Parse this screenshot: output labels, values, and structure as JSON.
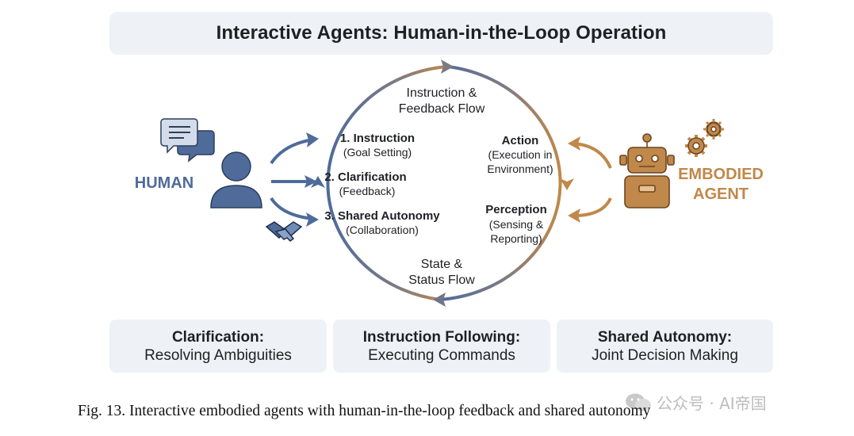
{
  "title": "Interactive Agents: Human-in-the-Loop Operation",
  "human_label": "HUMAN",
  "agent_label": [
    "EMBODIED",
    "AGENT"
  ],
  "top_flow": [
    "Instruction &",
    "Feedback Flow"
  ],
  "bottom_flow": [
    "State &",
    "Status Flow"
  ],
  "human_steps": [
    {
      "title": "1. Instruction",
      "sub": "(Goal Setting)"
    },
    {
      "title": "2. Clarification",
      "sub": "(Feedback)"
    },
    {
      "title": "3. Shared Autonomy",
      "sub": "(Collaboration)"
    }
  ],
  "agent_steps": [
    {
      "title": "Action",
      "sub": [
        "(Execution in",
        "Environment)"
      ]
    },
    {
      "title": "Perception",
      "sub": [
        "(Sensing &",
        "Reporting)"
      ]
    }
  ],
  "cards": [
    {
      "heading": "Clarification:",
      "sub": "Resolving Ambiguities"
    },
    {
      "heading": "Instruction Following:",
      "sub": "Executing Commands"
    },
    {
      "heading": "Shared Autonomy:",
      "sub": "Joint Decision Making"
    }
  ],
  "caption": "Fig. 13.  Interactive embodied agents with human-in-the-loop feedback and shared autonomy",
  "watermark": "公众号 · AI帝国",
  "colors": {
    "human_blue": "#4e6b9a",
    "agent_orange": "#c0884a",
    "card_bg": "#eef2f6",
    "title_bg": "#eef2f6"
  },
  "icons": [
    "chat-bubbles-icon",
    "person-icon",
    "handshake-icon",
    "robot-icon",
    "gears-icon"
  ]
}
